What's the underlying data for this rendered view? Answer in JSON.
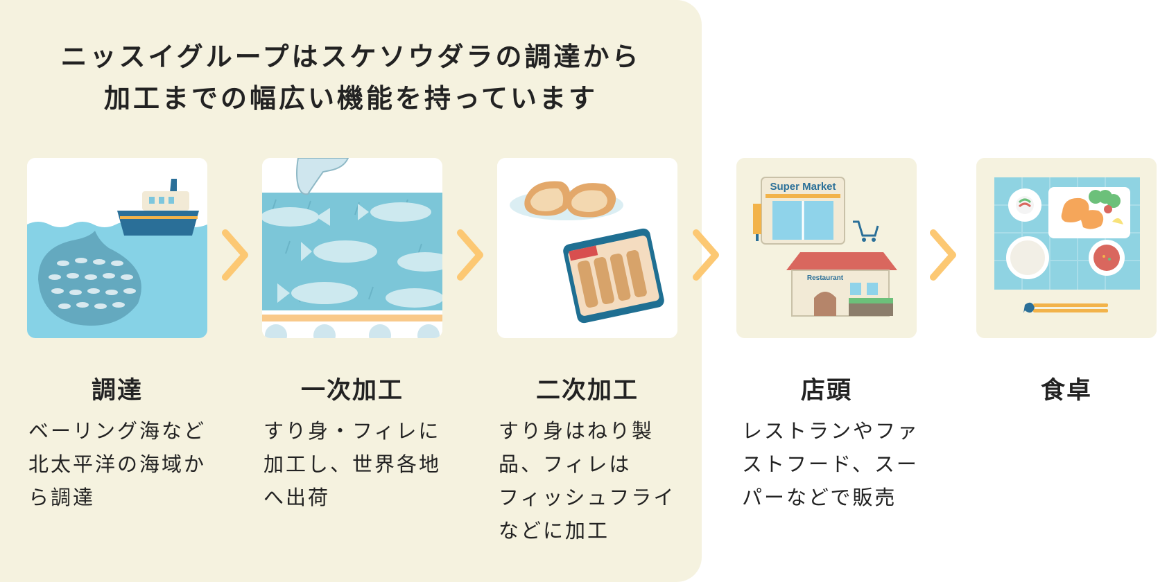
{
  "headline": {
    "line1": "ニッスイグループはスケソウダラの調達から",
    "line2": "加工までの幅広い機能を持っています"
  },
  "illustrations": {
    "store_sign": "Super Market",
    "restaurant_sign": "Restaurant"
  },
  "steps": [
    {
      "title": "調達",
      "desc": [
        "ベーリング海など",
        "北太平洋の海域か",
        "ら調達"
      ],
      "icon": "fishing-boat-net-icon"
    },
    {
      "title": "一次加工",
      "desc": [
        "すり身・フィレに",
        "加工し、世界各地",
        "へ出荷"
      ],
      "icon": "fish-processing-icon"
    },
    {
      "title": "二次加工",
      "desc": [
        "すり身はねり製",
        "品、フィレは",
        "フィッシュフライ",
        "などに加工"
      ],
      "icon": "fish-fry-package-icon"
    },
    {
      "title": "店頭",
      "desc": [
        "レストランやファ",
        "ストフード、スー",
        "パーなどで販売"
      ],
      "icon": "supermarket-restaurant-icon"
    },
    {
      "title": "食卓",
      "desc": [],
      "icon": "dining-table-icon"
    }
  ],
  "colors": {
    "group_background": "#f5f2df",
    "arrow": "#fcc873",
    "sea": "#86d2e6",
    "card_beige": "#f5f2df"
  }
}
